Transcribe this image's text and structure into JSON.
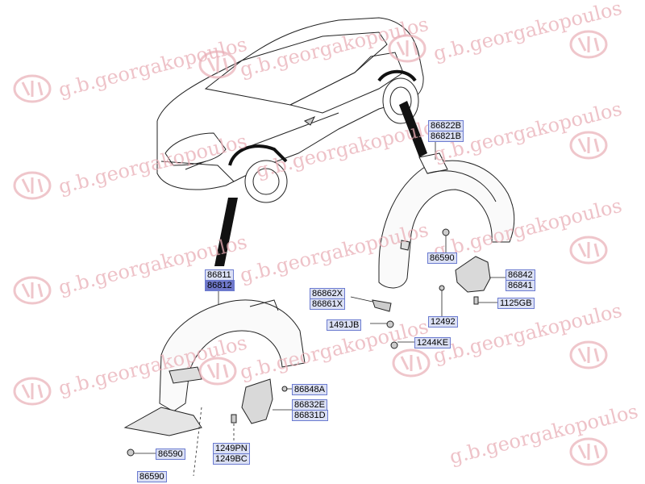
{
  "watermark": {
    "text": "g.b.georgakopoulos"
  },
  "labels": {
    "l86822b": "86822B",
    "l86821b": "86821B",
    "l86811": "86811",
    "l86812": "86812",
    "l86590a": "86590",
    "l86842": "86842",
    "l86841": "86841",
    "l86862x": "86862X",
    "l86861x": "86861X",
    "l12492": "12492",
    "l1125gb": "1125GB",
    "l1491jb": "1491JB",
    "l1244ke": "1244KE",
    "l86848a": "86848A",
    "l86832e": "86832E",
    "l86831d": "86831D",
    "l86590b": "86590",
    "l1249pn": "1249PN",
    "l1249bc": "1249BC",
    "l86590c": "86590"
  },
  "colors": {
    "label_bg": "#dbe0f4",
    "label_border": "#6b7bd0",
    "label_dark": "#6f77c9",
    "watermark": "#e9aeb6"
  }
}
